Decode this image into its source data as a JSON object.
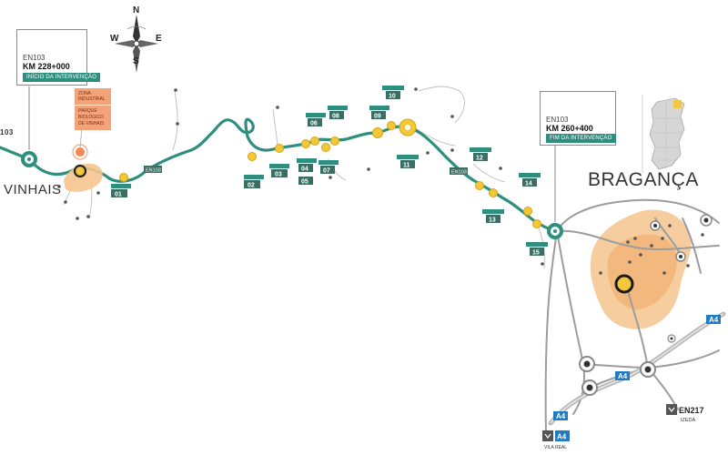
{
  "compass": {
    "n": "N",
    "s": "S",
    "e": "E",
    "w": "W"
  },
  "start_callout": {
    "road": "EN103",
    "km": "KM 228+000",
    "tag": "INÍCIO DA INTERVENÇÃO"
  },
  "end_callout": {
    "road": "EN103",
    "km": "KM 260+400",
    "tag": "FIM DA INTERVENÇÃO"
  },
  "poi": {
    "zone": "ZONA INDUSTRIAL",
    "park": "PARQUE BIOLÓGICO DE VINHAIS"
  },
  "towns": {
    "vinhais": "VINHAIS",
    "braganca": "BRAGANÇA",
    "edge_road": "103"
  },
  "segments": [
    "01",
    "02",
    "03",
    "04",
    "05",
    "06",
    "07",
    "08",
    "09",
    "10",
    "11",
    "12",
    "13",
    "14",
    "15"
  ],
  "roads": {
    "en103_a": "EN103",
    "en103_b": "EN103",
    "a4_1": "A4",
    "a4_2": "A4",
    "a4_3": "A4",
    "a4_4": "A4",
    "en217": "EN217"
  },
  "road_small_labels": {
    "izeda": "IZEDA",
    "vila_real": "VILA REAL"
  },
  "colors": {
    "route": "#2f8f7f",
    "node": "#f3c73a",
    "urban": "#f0b070",
    "a4": "#1e7bc4",
    "road": "#9a9a9a"
  }
}
